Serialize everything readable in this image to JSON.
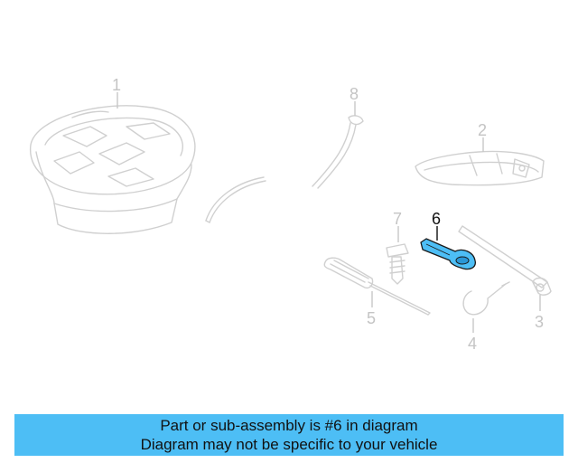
{
  "callouts": {
    "c1": "1",
    "c2": "2",
    "c3": "3",
    "c4": "4",
    "c5": "5",
    "c6": "6",
    "c7": "7",
    "c8": "8"
  },
  "highlighted_part": "6",
  "colors": {
    "highlight": "#4dbef5",
    "banner": "#4dbef5",
    "parts_outline": "#d0d0d0"
  },
  "banner": {
    "line1": "Part or sub-assembly is #6 in diagram",
    "line2": "Diagram may not be specific to your vehicle"
  }
}
